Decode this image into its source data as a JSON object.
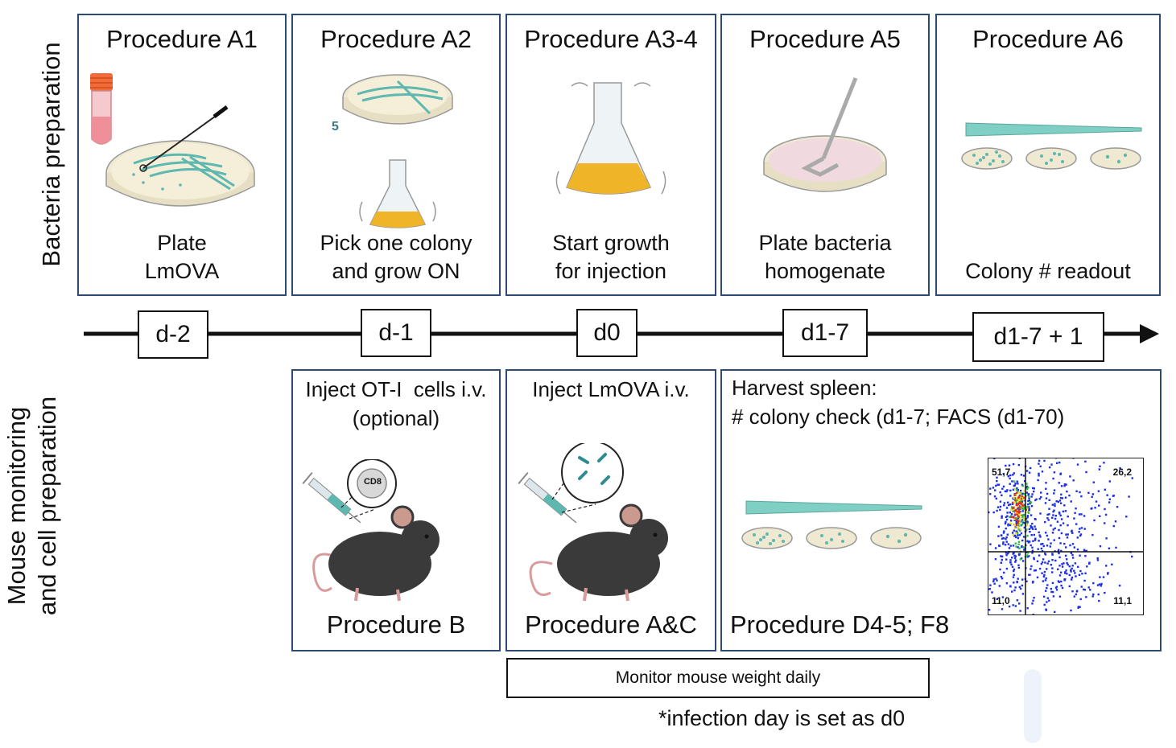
{
  "side_labels": {
    "top": "Bacteria preparation",
    "bottom_line1": "Mouse monitoring",
    "bottom_line2": "and cell preparation"
  },
  "top_panels": [
    {
      "title": "Procedure A1",
      "caption1": "Plate",
      "caption2": "LmOVA"
    },
    {
      "title": "Procedure A2",
      "caption1": "Pick one colony",
      "caption2": "and grow ON",
      "plate_number": "5"
    },
    {
      "title": "Procedure A3-4",
      "caption1": "Start growth",
      "caption2": "for injection"
    },
    {
      "title": "Procedure A5",
      "caption1": "Plate bacteria",
      "caption2": "homogenate"
    },
    {
      "title": "Procedure A6",
      "caption1": "Colony # readout"
    }
  ],
  "timeline": [
    "d-2",
    "d-1",
    "d0",
    "d1-7",
    "d1-7 + 1"
  ],
  "bottom_panels": [
    {
      "header1": "Inject OT-I  cells i.v.",
      "header2": "(optional)",
      "badge": "CD8",
      "footer": "Procedure B"
    },
    {
      "header1": "Inject LmOVA i.v.",
      "footer": "Procedure A&C"
    },
    {
      "header1": "Harvest spleen:",
      "header2": "# colony check (d1-7; FACS (d1-70)",
      "footer": "Procedure D4-5; F8",
      "quadrants": {
        "top_left": "51,7",
        "top_right": "26,2",
        "bottom_left": "11,0",
        "bottom_right": "11,1"
      }
    }
  ],
  "monitor_label": "Monitor mouse weight daily",
  "footnote": "*infection day is set as d0",
  "colors": {
    "panel_border": "#2c4a73",
    "teal": "#5fb8b0",
    "broth": "#f0b429",
    "mouse": "#3a3a3a"
  }
}
